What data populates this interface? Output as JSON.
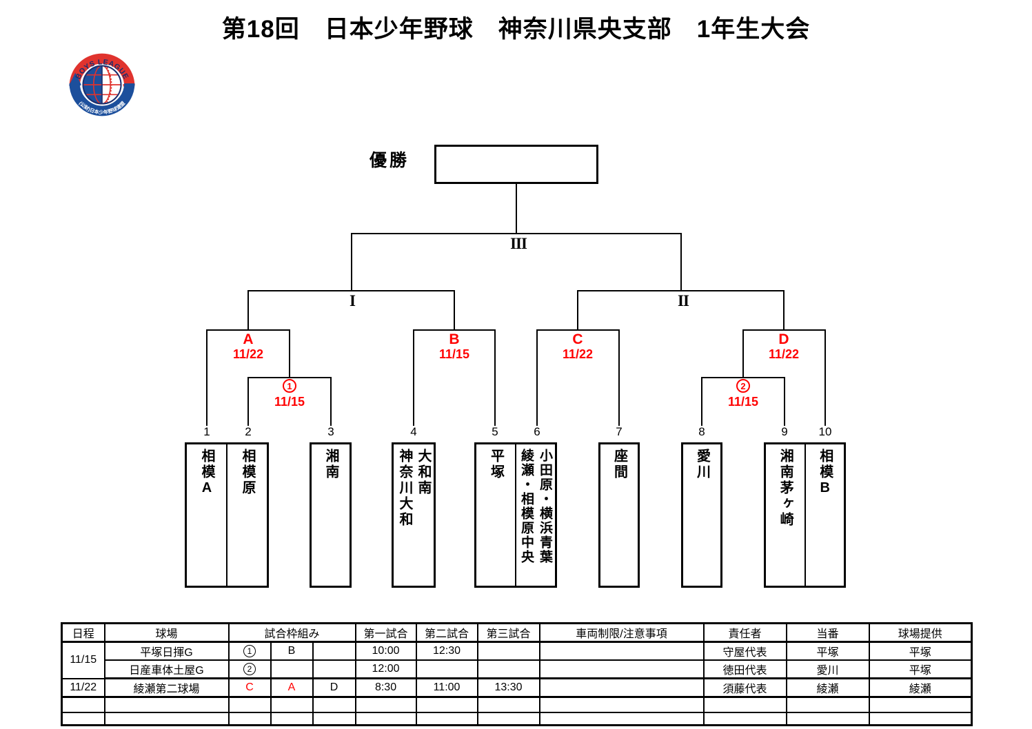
{
  "title": "第18回　日本少年野球　神奈川県央支部　1年生大会",
  "logo": {
    "top_text": "BOYS LEAGUE",
    "bottom_text": "(公財)日本少年野球連盟",
    "red": "#e0332e",
    "blue": "#1c4f9c",
    "navy": "#1a2e6e"
  },
  "colors": {
    "accent_red": "#ff0000",
    "line_black": "#000000"
  },
  "bracket": {
    "champion_label": "優勝",
    "final": {
      "label": "III"
    },
    "semifinal_left": {
      "label": "I"
    },
    "semifinal_right": {
      "label": "II"
    },
    "games": {
      "A": {
        "label": "A",
        "date": "11/22"
      },
      "B": {
        "label": "B",
        "date": "11/15"
      },
      "C": {
        "label": "C",
        "date": "11/22"
      },
      "D": {
        "label": "D",
        "date": "11/22"
      },
      "r1": {
        "label": "1",
        "date": "11/15"
      },
      "r2": {
        "label": "2",
        "date": "11/15"
      }
    },
    "teams": [
      {
        "number": "1",
        "columns": [
          "相模A"
        ]
      },
      {
        "number": "2",
        "columns": [
          "相模原"
        ]
      },
      {
        "number": "3",
        "columns": [
          "湘南"
        ]
      },
      {
        "number": "4",
        "columns": [
          "大和南",
          "神奈川大和"
        ]
      },
      {
        "number": "5",
        "columns": [
          "平塚"
        ]
      },
      {
        "number": "6",
        "columns": [
          "小田原・横浜青葉",
          "綾瀬・相模原中央"
        ]
      },
      {
        "number": "7",
        "columns": [
          "座間"
        ]
      },
      {
        "number": "8",
        "columns": [
          "愛川"
        ]
      },
      {
        "number": "9",
        "columns": [
          "湘南茅ヶ崎"
        ]
      },
      {
        "number": "10",
        "columns": [
          "相模B"
        ]
      }
    ]
  },
  "schedule": {
    "headers": {
      "date": "日程",
      "venue": "球場",
      "slots": "試合枠組み",
      "game1": "第一試合",
      "game2": "第二試合",
      "game3": "第三試合",
      "note": "車両制限/注意事項",
      "manager": "責任者",
      "duty": "当番",
      "provider": "球場提供"
    },
    "rows": [
      {
        "date": "11/15",
        "venue": "平塚日揮G",
        "slot1": "1",
        "slot2": "B",
        "slot3": "",
        "time1": "10:00",
        "time2": "12:30",
        "time3": "",
        "note": "",
        "manager": "守屋代表",
        "duty": "平塚",
        "provider": "平塚"
      },
      {
        "date": "",
        "venue": "日産車体土屋G",
        "slot1": "2",
        "slot2": "",
        "slot3": "",
        "time1": "12:00",
        "time2": "",
        "time3": "",
        "note": "",
        "manager": "徳田代表",
        "duty": "愛川",
        "provider": "平塚"
      },
      {
        "date": "11/22",
        "venue": "綾瀬第二球場",
        "slot1": "C",
        "slot2": "A",
        "slot3": "D",
        "time1": "8:30",
        "time2": "11:00",
        "time3": "13:30",
        "note": "",
        "manager": "須藤代表",
        "duty": "綾瀬",
        "provider": "綾瀬"
      },
      {
        "date": "",
        "venue": "",
        "slot1": "",
        "slot2": "",
        "slot3": "",
        "time1": "",
        "time2": "",
        "time3": "",
        "note": "",
        "manager": "",
        "duty": "",
        "provider": ""
      },
      {
        "date": "",
        "venue": "",
        "slot1": "",
        "slot2": "",
        "slot3": "",
        "time1": "",
        "time2": "",
        "time3": "",
        "note": "",
        "manager": "",
        "duty": "",
        "provider": ""
      }
    ]
  }
}
